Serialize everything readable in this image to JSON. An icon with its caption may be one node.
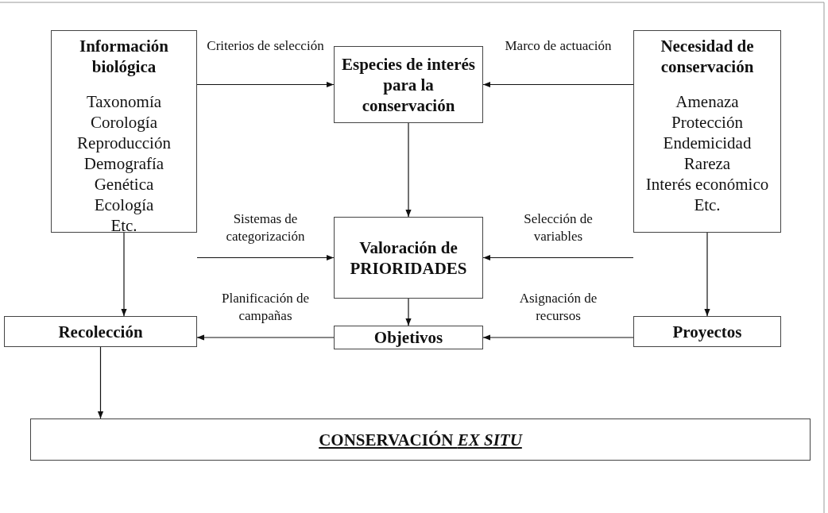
{
  "diagram": {
    "nodes": [
      {
        "text": [
          "Información biológica",
          "Taxonomía",
          "Corología",
          "Reproducción",
          "Demografía",
          "Genética",
          "Ecología",
          "Etc."
        ]
      },
      {
        "text": [
          "Especies de interés para la conservación"
        ]
      },
      {
        "text": [
          "Necesidad de conservación",
          "Amenaza",
          "Protección",
          "Endemicidad",
          "Rareza",
          "Interés económico",
          "Etc."
        ]
      },
      {
        "text": [
          "Valoración de PRIORIDADES"
        ]
      },
      {
        "text": [
          "Recolección"
        ]
      },
      {
        "text": [
          "Objetivos"
        ]
      },
      {
        "text": [
          "Proyectos"
        ]
      },
      {
        "text": [
          "CONSERVACIÓN *EX SITU*"
        ]
      }
    ],
    "edges": [
      {
        "from": 0,
        "to": 1,
        "arrow": "to",
        "label": "Criterios de selección"
      },
      {
        "from": 2,
        "to": 1,
        "arrow": "to",
        "label": "Marco de actuación"
      },
      {
        "from": 1,
        "to": 3,
        "arrow": "to"
      },
      {
        "from": 0,
        "to": 3,
        "arrow": "to",
        "label": "Sistemas de categorización"
      },
      {
        "from": 2,
        "to": 3,
        "arrow": "to",
        "label": "Selección de variables"
      },
      {
        "from": 3,
        "to": 5,
        "arrow": "to"
      },
      {
        "from": 0,
        "to": 4,
        "arrow": "to"
      },
      {
        "from": 2,
        "to": 6,
        "arrow": "to"
      },
      {
        "from": 5,
        "to": 4,
        "arrow": "to",
        "label": "Planificación de campañas"
      },
      {
        "from": 6,
        "to": 5,
        "arrow": "to",
        "label": "Asignación de recursos"
      },
      {
        "from": 4,
        "to": 7,
        "arrow": "to"
      }
    ]
  }
}
